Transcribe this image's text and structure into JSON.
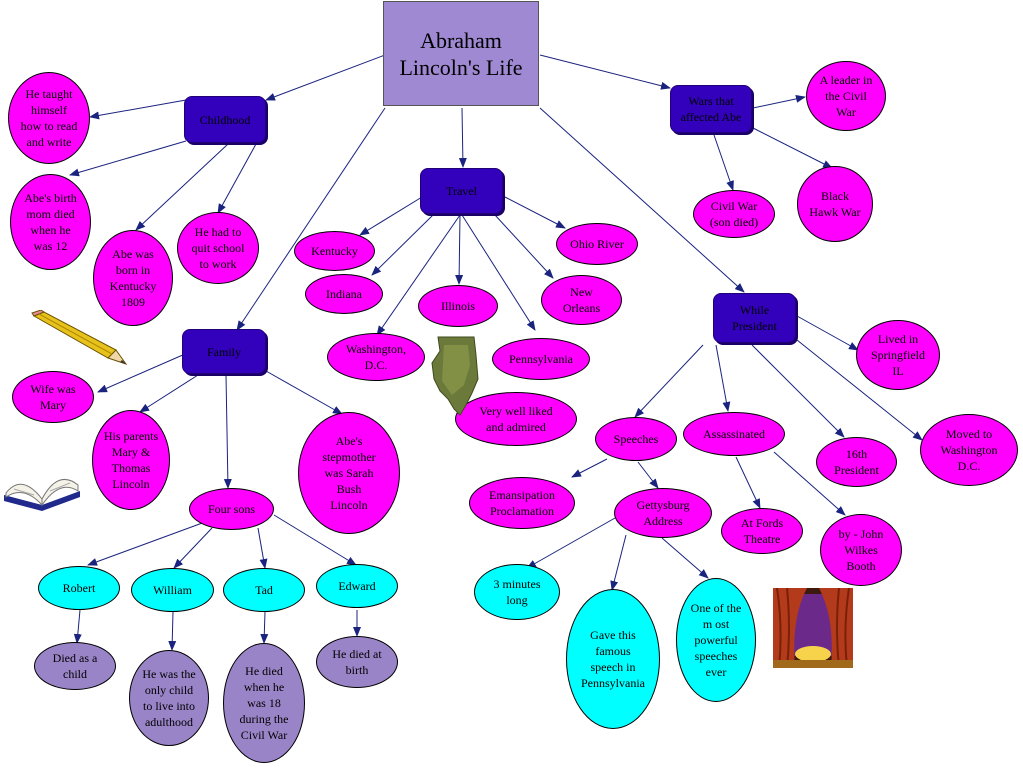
{
  "title": "Abraham\nLincoln's Life",
  "nodes": {
    "childhood": "Childhood",
    "taught": "He taught\nhimself\nhow to read\nand write",
    "birthmom": "Abe's birth\nmom died\nwhen he\nwas 12",
    "born": "Abe was\nborn in\nKentucky\n1809",
    "quit": "He had to\nquit school\nto work",
    "travel": "Travel",
    "kentucky": "Kentucky",
    "indiana": "Indiana",
    "illinois": "Illinois",
    "ohio": "Ohio River",
    "neworleans": "New\nOrleans",
    "washington": "Washington,\nD.C.",
    "pennsylvania": "Pennsylvania",
    "liked": "Very well liked\nand admired",
    "wars": "Wars that\naffected Abe",
    "leader": "A leader in\nthe Civil\nWar",
    "civilwar": "Civil War\n(son died)",
    "blackhawk": "Black\nHawk War",
    "family": "Family",
    "wife": "Wife was\nMary",
    "parents": "His parents\nMary  &\nThomas\nLincoln",
    "stepmother": "Abe's\nstepmother\nwas Sarah\nBush\nLincoln",
    "foursons": "Four sons",
    "robert": "Robert",
    "william": "William",
    "tad": "Tad",
    "edward": "Edward",
    "robert_d": "Died as a\nchild",
    "william_d": "He was the\nonly child\nto live into\nadulthood",
    "tad_d": "He died\nwhen he\nwas 18\nduring the\nCivil War",
    "edward_d": "He died at\nbirth",
    "president": "While\nPresident",
    "springfield": "Lived in\nSpringfield\nIL",
    "moved": "Moved to\nWashington\nD.C.",
    "sixteenth": "16th\nPresident",
    "assassinated": "Assassinated",
    "fords": "At Fords\nTheatre",
    "booth": "by - John\nWilkes\nBooth",
    "speeches": "Speeches",
    "emancipation": "Emansipation\nProclamation",
    "gettysburg": "Gettysburg\nAddress",
    "threemin": "3 minutes\nlong",
    "famous": "Gave this\nfamous\nspeech in\nPennsylvania",
    "powerful": "One of the\nm ost\npowerful\nspeeches\never"
  },
  "icons": [
    "pencil-icon",
    "book-icon",
    "illinois-map-icon",
    "theater-curtain-icon"
  ],
  "colors": {
    "box": "#3300bb",
    "title": "#9f89d2",
    "magenta": "#ff00ff",
    "cyan": "#00ffff",
    "lavender": "#9a84c8",
    "edge": "#1a237e"
  }
}
